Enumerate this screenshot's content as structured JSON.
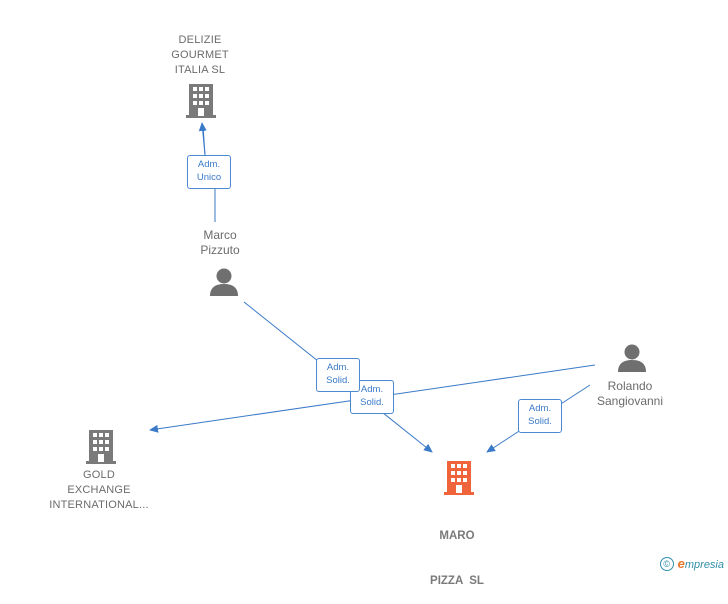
{
  "nodes": {
    "delizie": {
      "label_lines": [
        "DELIZIE",
        "GOURMET",
        "ITALIA SL"
      ],
      "type": "company"
    },
    "marco": {
      "label_lines": [
        "Marco",
        "Pizzuto"
      ],
      "type": "person"
    },
    "rolando": {
      "label_lines": [
        "Rolando",
        "Sangiovanni"
      ],
      "type": "person"
    },
    "gold": {
      "label_lines": [
        "GOLD",
        "EXCHANGE",
        "INTERNATIONAL..."
      ],
      "type": "company"
    },
    "maro": {
      "label_lines": [
        "MARO",
        "PIZZA  SL"
      ],
      "type": "company-main"
    }
  },
  "edges": [
    {
      "id": "marco-delizie",
      "label_lines": [
        "Adm.",
        "Unico"
      ]
    },
    {
      "id": "marco-maro",
      "label_lines": [
        "Adm.",
        "Solid."
      ]
    },
    {
      "id": "rolando-gold",
      "label_lines": [
        "Adm.",
        "Solid."
      ]
    },
    {
      "id": "rolando-maro",
      "label_lines": [
        "Adm.",
        "Solid."
      ]
    }
  ],
  "colors": {
    "edge": "#3a7ac8",
    "company_icon": "#7a7a7a",
    "main_icon": "#f0643c",
    "person_icon": "#6f6f6f"
  },
  "footer": {
    "copyright": "©",
    "brand_initial": "e",
    "brand_rest": "mpresia"
  }
}
